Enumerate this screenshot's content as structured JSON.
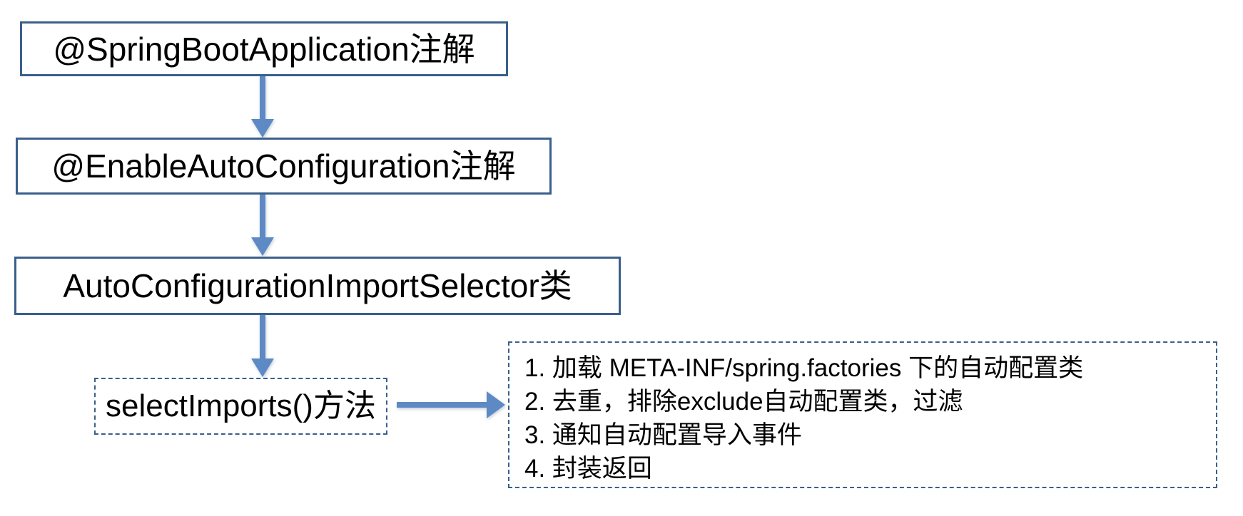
{
  "colors": {
    "background": "#ffffff",
    "box_border": "#3a5f8c",
    "arrow": "#5d89c4",
    "text": "#000000"
  },
  "nodes": [
    {
      "label": "@SpringBootApplication注解",
      "border": "solid"
    },
    {
      "label": "@EnableAutoConfiguration注解",
      "border": "solid"
    },
    {
      "label": "AutoConfigurationImportSelector类",
      "border": "solid"
    },
    {
      "label": "selectImports()方法",
      "border": "dashed"
    }
  ],
  "steps": [
    "1. 加载 META-INF/spring.factories 下的自动配置类",
    "2. 去重，排除exclude自动配置类，过滤",
    "3. 通知自动配置导入事件",
    "4. 封装返回"
  ],
  "connectors": [
    {
      "from": "@SpringBootApplication注解",
      "to": "@EnableAutoConfiguration注解",
      "direction": "down"
    },
    {
      "from": "@EnableAutoConfiguration注解",
      "to": "AutoConfigurationImportSelector类",
      "direction": "down"
    },
    {
      "from": "AutoConfigurationImportSelector类",
      "to": "selectImports()方法",
      "direction": "down"
    },
    {
      "from": "selectImports()方法",
      "to": "steps-list",
      "direction": "right"
    }
  ]
}
